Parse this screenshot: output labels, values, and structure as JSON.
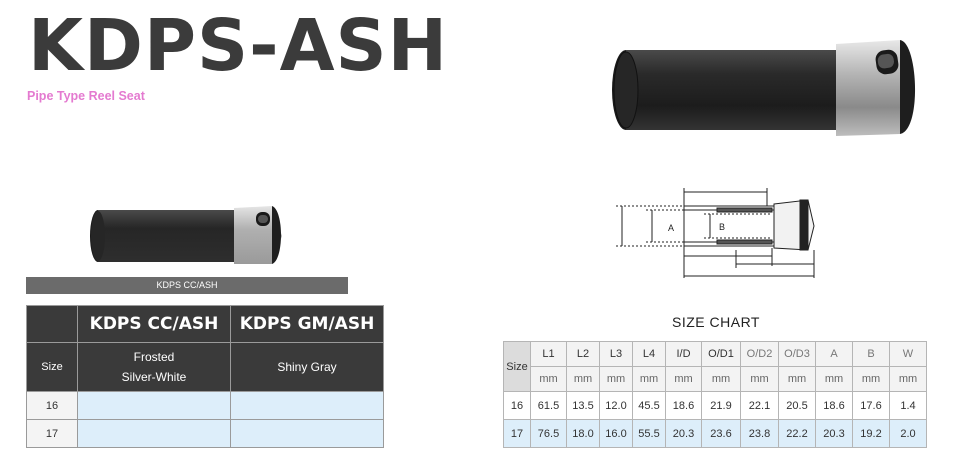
{
  "header": {
    "title": "KDPS-ASH",
    "subtitle": "Pipe Type Reel Seat"
  },
  "product_caption": "KDPS CC/ASH",
  "diagram": {
    "label_a": "A",
    "label_b": "B"
  },
  "color_table": {
    "size_header": "Size",
    "models": [
      "KDPS CC/ASH",
      "KDPS GM/ASH"
    ],
    "finish_line1": [
      "Frosted",
      "Shiny Gray"
    ],
    "finish_line2": [
      "Silver-White",
      ""
    ],
    "rows": [
      {
        "size": "16"
      },
      {
        "size": "17"
      }
    ]
  },
  "size_chart": {
    "title": "SIZE CHART",
    "size_header": "Size",
    "columns": [
      "L1",
      "L2",
      "L3",
      "L4",
      "I/D",
      "O/D1",
      "O/D2",
      "O/D3",
      "A",
      "B",
      "W"
    ],
    "units": [
      "mm",
      "mm",
      "mm",
      "mm",
      "mm",
      "mm",
      "mm",
      "mm",
      "mm",
      "mm",
      "mm"
    ],
    "rows": [
      {
        "size": "16",
        "values": [
          "61.5",
          "13.5",
          "12.0",
          "45.5",
          "18.6",
          "21.9",
          "22.1",
          "20.5",
          "18.6",
          "17.6",
          "1.4"
        ]
      },
      {
        "size": "17",
        "values": [
          "76.5",
          "18.0",
          "16.0",
          "55.5",
          "20.3",
          "23.6",
          "23.8",
          "22.2",
          "20.3",
          "19.2",
          "2.0"
        ]
      }
    ]
  },
  "colors": {
    "title": "#3b3b3b",
    "subtitle": "#e47ad0",
    "table_header": "#3a3a3a",
    "row_highlight": "#ddeefa",
    "caption_bar": "#6b6b6b"
  }
}
